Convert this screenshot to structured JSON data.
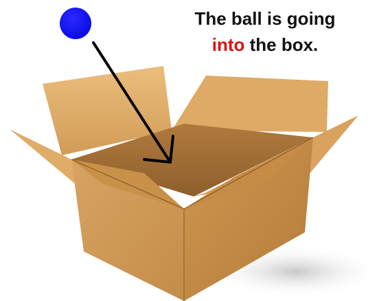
{
  "caption": {
    "line1": "The ball is going",
    "highlight": "into",
    "line2_rest": " the box."
  },
  "colors": {
    "ball": "#0a0af0",
    "highlight": "#e01010",
    "text": "#111111",
    "arrow": "#000000",
    "box_side_light": "#d9a462",
    "box_side_dark": "#b9803f",
    "box_inside": "#9a6a32",
    "box_flap": "#e2b06e"
  },
  "icons": [
    "blue-ball",
    "arrow-icon",
    "cardboard-box"
  ]
}
